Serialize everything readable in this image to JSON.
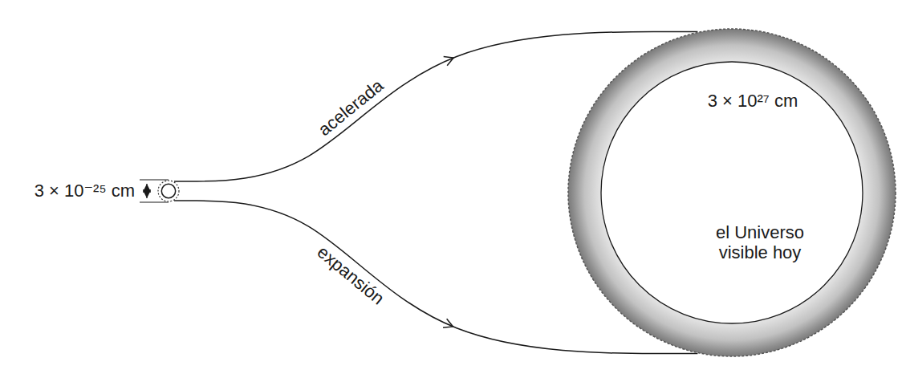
{
  "diagram": {
    "nodes": [
      {
        "text": [
          "3 × 10⁻²⁵ cm"
        ]
      },
      {
        "text": [
          "el Universo visible hoy"
        ]
      }
    ],
    "edges": [
      {
        "from": 0,
        "to": 1,
        "arrow": "to",
        "label": "acelerada"
      },
      {
        "from": 0,
        "to": 1,
        "arrow": "to",
        "label": "expansión"
      }
    ],
    "labels": [
      "3 × 10²⁷ cm"
    ]
  }
}
